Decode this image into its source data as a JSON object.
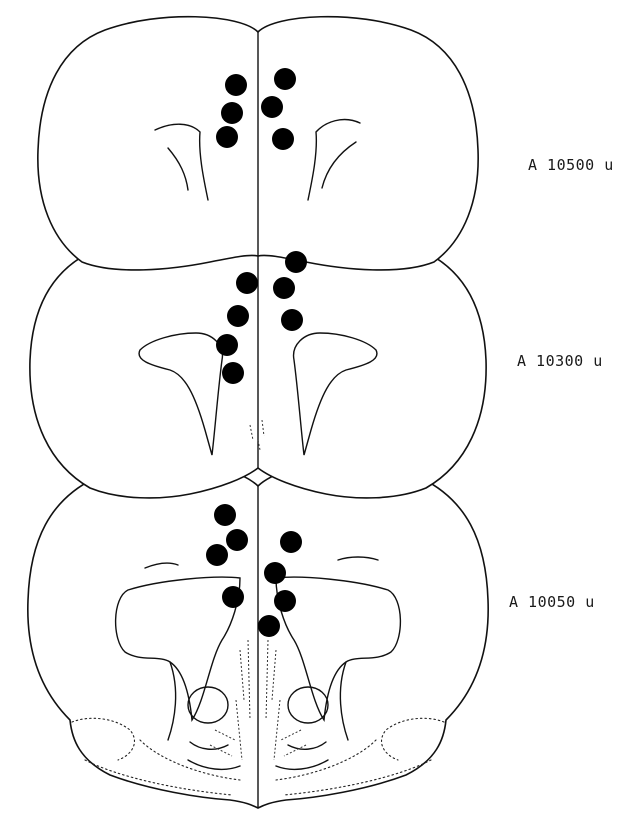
{
  "figure": {
    "sections": [
      {
        "label": "A 10500 u",
        "marker_color": "#000000",
        "left_hemisphere_markers": 3,
        "right_hemisphere_markers": 3
      },
      {
        "label": "A 10300 u",
        "marker_color": "#000000",
        "left_hemisphere_markers": 4,
        "right_hemisphere_markers": 3
      },
      {
        "label": "A 10050 u",
        "marker_color": "#000000",
        "left_hemisphere_markers": 4,
        "right_hemisphere_markers": 4
      }
    ],
    "line_color": "#111111",
    "background": "#ffffff"
  }
}
